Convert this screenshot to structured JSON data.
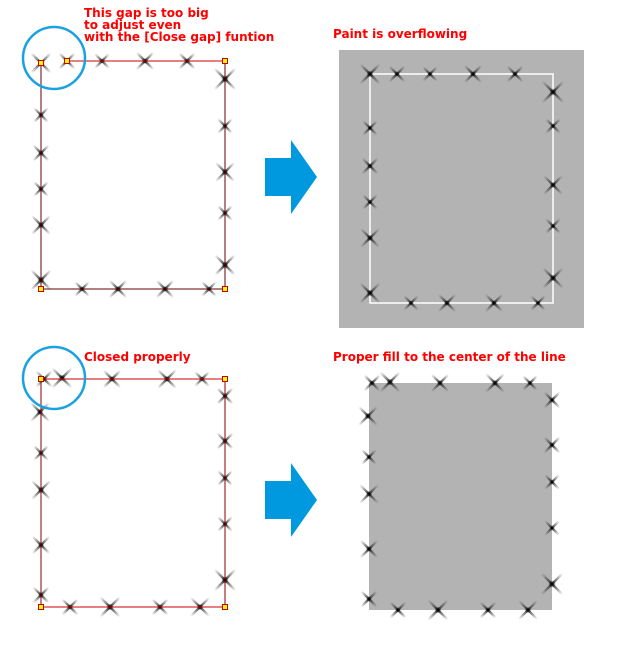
{
  "annotations": {
    "gap_too_big": [
      "This gap is too big",
      "to adjust even",
      "with the [Close gap] funtion"
    ],
    "paint_overflowing": "Paint is overflowing",
    "closed_properly": "Closed properly",
    "proper_fill": "Proper fill to the center of the line"
  },
  "colors": {
    "accent": "#0099e0",
    "annotation": "#ff0000",
    "fill": "#b3b3b3",
    "vector_line": "#cc0000",
    "control_point": "#ffff00"
  }
}
